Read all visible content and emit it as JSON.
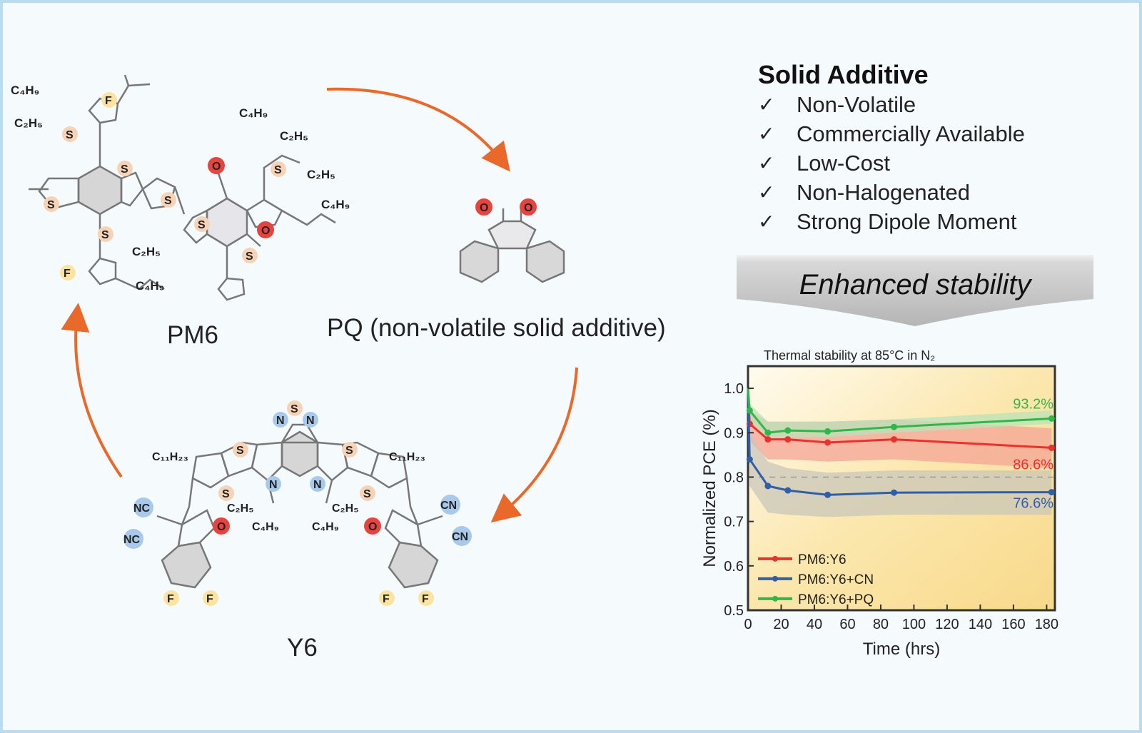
{
  "molecules": {
    "pm6": {
      "label": "PM6",
      "groups": [
        "C4H9",
        "C2H5",
        "F",
        "S",
        "O",
        "C4H9",
        "C2H5",
        "C2H5",
        "C4H9",
        "C2H5",
        "C4H9",
        "F"
      ]
    },
    "pq": {
      "label": "PQ (non-volatile solid additive)"
    },
    "y6": {
      "label": "Y6",
      "groups": [
        "N",
        "S",
        "N",
        "C11H23",
        "C11H23",
        "NC",
        "NC",
        "CN",
        "CN",
        "C2H5",
        "C4H9",
        "C2H5",
        "C4H9",
        "F",
        "F",
        "F",
        "F",
        "O",
        "O"
      ]
    }
  },
  "atom_colors": {
    "S": "#f6d3b7",
    "O": "#e8433f",
    "F": "#fbe3a2",
    "N": "#a9c9ea"
  },
  "arrow_color": "#e8692a",
  "features": {
    "title": "Solid Additive",
    "check_icon": "checkmark-icon",
    "items": [
      "Non-Volatile",
      "Commercially Available",
      "Low-Cost",
      "Non-Halogenated",
      "Strong Dipole Moment"
    ]
  },
  "banner": {
    "text": "Enhanced stability"
  },
  "chart_data": {
    "type": "line",
    "title": "Thermal stability at 85°C in N₂",
    "xlabel": "Time (hrs)",
    "ylabel": "Normalized PCE (%)",
    "xlim": [
      0,
      185
    ],
    "ylim": [
      0.5,
      1.05
    ],
    "xticks": [
      0,
      20,
      40,
      60,
      80,
      100,
      120,
      140,
      160,
      180
    ],
    "yticks": [
      0.5,
      0.6,
      0.7,
      0.8,
      0.9,
      1.0
    ],
    "xtick_labels": [
      "0",
      "20",
      "40",
      "60",
      "80",
      "100",
      "120",
      "140",
      "160",
      "180"
    ],
    "ytick_labels": [
      "0.5",
      "0.6",
      "0.7",
      "0.8",
      "0.9",
      "1.0"
    ],
    "reference_line": 0.8,
    "legend_position": "bottom-left",
    "series": [
      {
        "name": "PM6:Y6",
        "color": "#e8322d",
        "marker": "circle",
        "x": [
          0,
          1,
          12,
          24,
          48,
          88,
          183
        ],
        "y": [
          1.0,
          0.92,
          0.885,
          0.885,
          0.878,
          0.885,
          0.866
        ],
        "band_low": [
          1.0,
          0.88,
          0.84,
          0.84,
          0.835,
          0.84,
          0.82
        ],
        "band_high": [
          1.0,
          0.95,
          0.925,
          0.925,
          0.925,
          0.93,
          0.91
        ],
        "band_color": "#f4a497",
        "end_label": "86.6%"
      },
      {
        "name": "PM6:Y6+CN",
        "color": "#2f5fa8",
        "marker": "diamond",
        "x": [
          0,
          1,
          12,
          24,
          48,
          88,
          183
        ],
        "y": [
          1.0,
          0.84,
          0.78,
          0.77,
          0.76,
          0.765,
          0.766
        ],
        "band_low": [
          1.0,
          0.78,
          0.72,
          0.715,
          0.71,
          0.715,
          0.715
        ],
        "band_high": [
          1.0,
          0.9,
          0.835,
          0.82,
          0.81,
          0.815,
          0.815
        ],
        "band_color": "#c9c7b9",
        "end_label": "76.6%"
      },
      {
        "name": "PM6:Y6+PQ",
        "color": "#2eb84a",
        "marker": "triangle",
        "x": [
          0,
          1,
          12,
          24,
          48,
          88,
          183
        ],
        "y": [
          1.0,
          0.95,
          0.9,
          0.905,
          0.903,
          0.913,
          0.932
        ],
        "band_low": [
          1.0,
          0.93,
          0.885,
          0.89,
          0.89,
          0.9,
          0.92
        ],
        "band_high": [
          1.0,
          0.965,
          0.925,
          0.925,
          0.925,
          0.93,
          0.95
        ],
        "band_color": "#b9e3b9",
        "end_label": "93.2%"
      }
    ]
  }
}
